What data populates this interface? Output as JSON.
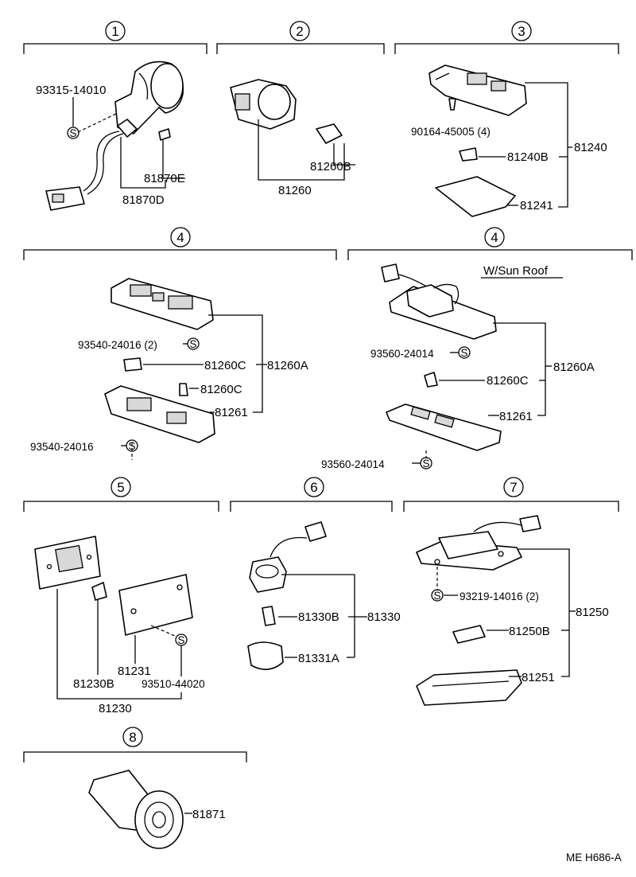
{
  "sections": [
    {
      "num": "1"
    },
    {
      "num": "2"
    },
    {
      "num": "3"
    },
    {
      "num": "4"
    },
    {
      "num": "4",
      "note": "W/Sun Roof"
    },
    {
      "num": "5"
    },
    {
      "num": "6"
    },
    {
      "num": "7"
    },
    {
      "num": "8"
    }
  ],
  "s1": {
    "screw": "93315-14010",
    "bulb": "81870E",
    "socket": "81870D",
    "s": "S"
  },
  "s2": {
    "bulb": "81260B",
    "assy": "81260"
  },
  "s3": {
    "screw": "90164-45005 (4)",
    "bulb": "81240B",
    "assy": "81240",
    "lens": "81241"
  },
  "s4": {
    "screw_top": "93540-24016 (2)",
    "bulb1": "81260C",
    "bulb2": "81260C",
    "assy": "81260A",
    "lens": "81261",
    "screw_bottom": "93540-24016",
    "s": "S"
  },
  "s4b": {
    "screw_top": "93560-24014",
    "bulb": "81260C",
    "assy": "81260A",
    "lens": "81261",
    "screw_bottom": "93560-24014",
    "s": "S"
  },
  "s5": {
    "lens": "81231",
    "bulb": "81230B",
    "screw": "93510-44020",
    "assy": "81230",
    "s": "S"
  },
  "s6": {
    "bulb": "81330B",
    "assy": "81330",
    "cover": "81331A"
  },
  "s7": {
    "screw": "93219-14016 (2)",
    "assy": "81250",
    "bulb": "81250B",
    "lens": "81251",
    "s": "S"
  },
  "s8": {
    "part": "81871"
  },
  "footer": {
    "code": "ME H686-A"
  }
}
